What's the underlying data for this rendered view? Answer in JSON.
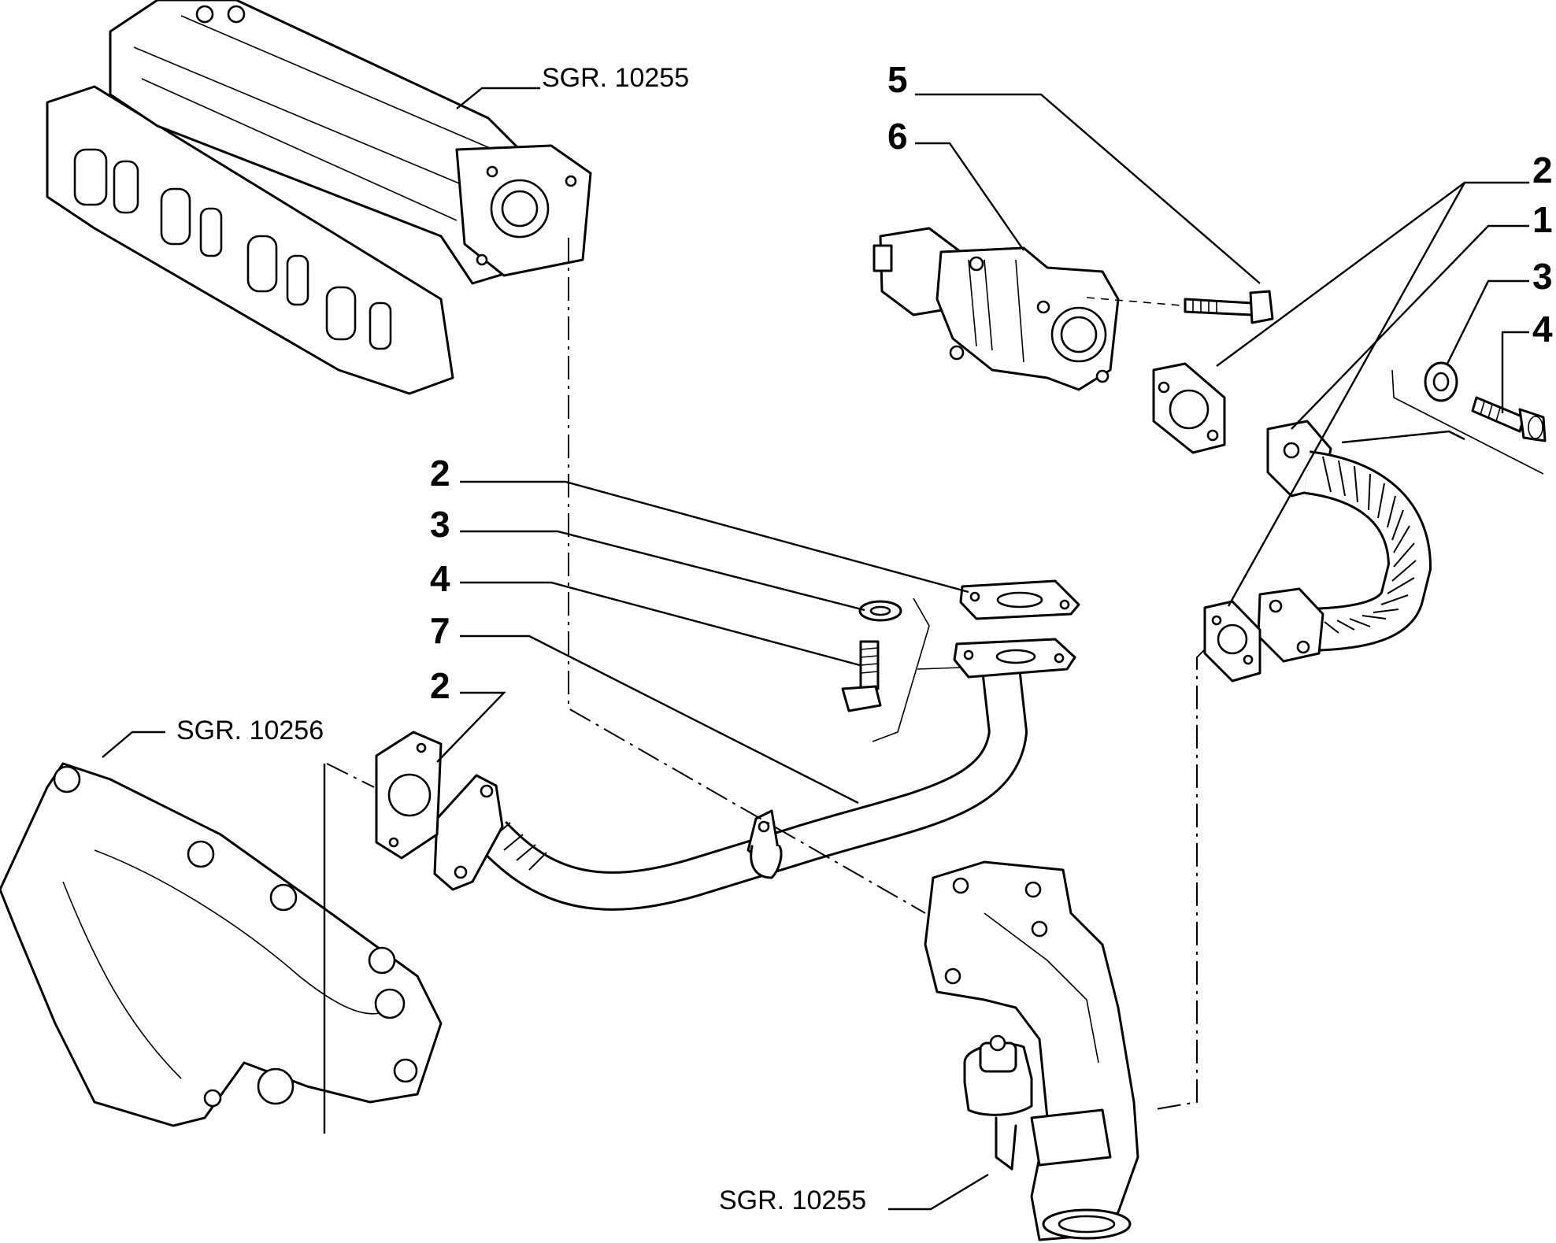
{
  "callouts": {
    "top_5": "5",
    "top_6": "6",
    "right_2": "2",
    "right_1": "1",
    "right_3": "3",
    "right_4": "4",
    "mid_2": "2",
    "mid_3": "3",
    "mid_4": "4",
    "mid_7": "7",
    "left_2": "2"
  },
  "refs": {
    "intake_manifold": "SGR. 10255",
    "exhaust_manifold": "SGR. 10256",
    "egr_elbow": "SGR. 10255"
  }
}
